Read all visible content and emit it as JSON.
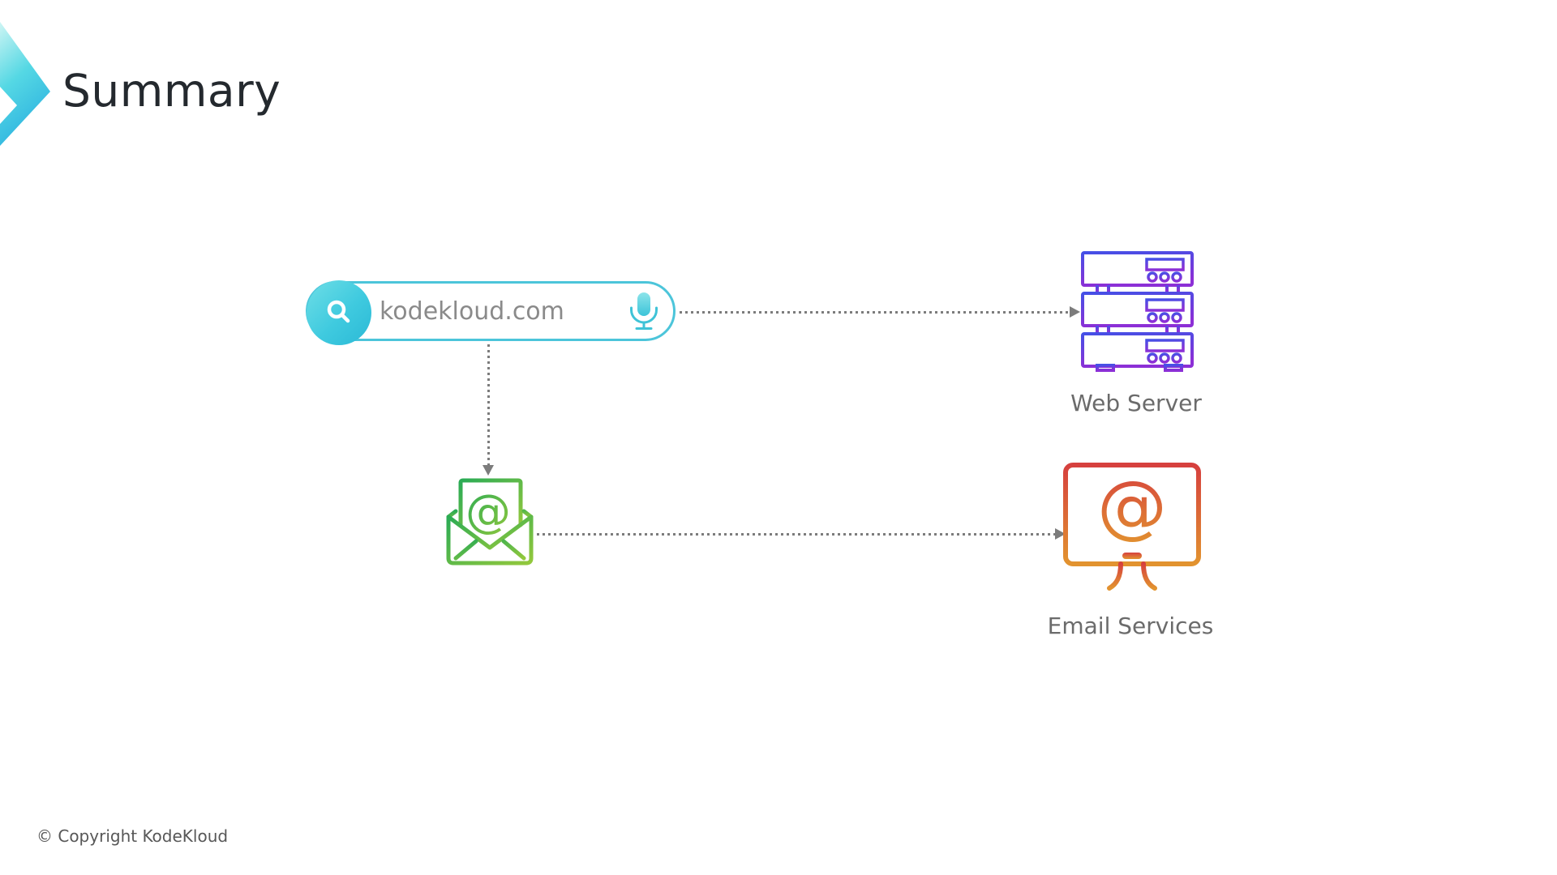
{
  "header": {
    "title": "Summary",
    "logo_icon": "chevron-right-logo"
  },
  "search_bar": {
    "value": "kodekloud.com",
    "left_icon": "search-icon",
    "right_icon": "microphone-icon",
    "border_color": "#4cc5da",
    "circle_gradient": [
      "#6edee6",
      "#2bb9d6"
    ]
  },
  "diagram": {
    "nodes": {
      "web_server": {
        "label": "Web Server",
        "icon": "server-stack-icon",
        "gradient": [
          "#4550e6",
          "#8c2fd6"
        ]
      },
      "email_message": {
        "icon": "email-envelope-icon",
        "glyph": "@",
        "gradient": [
          "#2aab55",
          "#93c83c"
        ]
      },
      "email_services": {
        "label": "Email Services",
        "icon": "monitor-at-icon",
        "glyph": "@",
        "gradient": [
          "#d6403e",
          "#e2932f"
        ]
      }
    },
    "connections": [
      {
        "from": "search-bar",
        "to": "web-server",
        "style": "dotted-arrow",
        "color": "#7c7c7c"
      },
      {
        "from": "search-bar",
        "to": "email-message",
        "style": "dotted-arrow",
        "color": "#7c7c7c"
      },
      {
        "from": "email-message",
        "to": "email-services",
        "style": "dotted-arrow",
        "color": "#7c7c7c"
      }
    ]
  },
  "footer": {
    "copyright": "© Copyright KodeKloud"
  }
}
